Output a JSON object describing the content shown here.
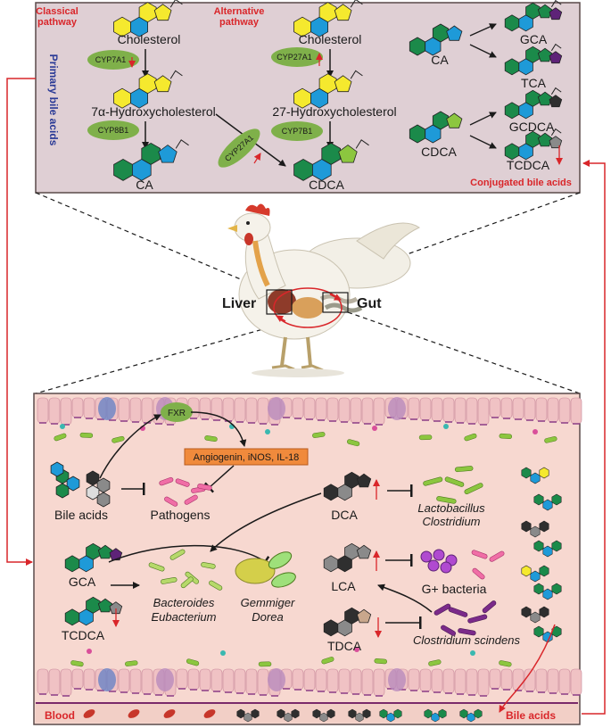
{
  "top_panel": {
    "classical": "Classical\npathway",
    "alternative": "Alternative\npathway",
    "primary_bile_acids": "Primary bile acids",
    "cholesterol": "Cholesterol",
    "hydroxy7": "7α-Hydroxycholesterol",
    "hydroxy27": "27-Hydroxycholesterol",
    "ca": "CA",
    "cdca": "CDCA",
    "enzymes": {
      "cyp7a1": "CYP7A1",
      "cyp8b1": "CYP8B1",
      "cyp27a1": "CYP27A1",
      "cyp7b1": "CYP7B1"
    },
    "gca": "GCA",
    "tca": "TCA",
    "gcdca": "GCDCA",
    "tcdca": "TCDCA",
    "conjugated": "Conjugated bile acids"
  },
  "middle": {
    "liver": "Liver",
    "gut": "Gut"
  },
  "bottom_panel": {
    "fxr": "FXR",
    "cytokines": "Angiogenin, iNOS, IL-18",
    "bile_acids": "Bile acids",
    "pathogens": "Pathogens",
    "dca": "DCA",
    "lactobacillus": "Lactobacillus",
    "clostridium": "Clostridium",
    "gca": "GCA",
    "tcdca": "TCDCA",
    "bacteroides": "Bacteroides",
    "eubacterium": "Eubacterium",
    "gemmiger": "Gemmiger",
    "dorea": "Dorea",
    "lca": "LCA",
    "gplus": "G+ bacteria",
    "tdca": "TDCA",
    "clostridium_scindens": "Clostridium scindens",
    "blood": "Blood",
    "bile_acids_out": "Bile acids"
  },
  "colors": {
    "top_bg": "#dfcfd4",
    "bottom_bg": "#f7d8d0",
    "yellow": "#f5e92e",
    "blue": "#1e9ad8",
    "green": "#1b8a4a",
    "lightgreen": "#8cc63f",
    "purple": "#5e2378",
    "gray": "#8a8a8a",
    "dark": "#2f2f2f",
    "red": "#d9262a",
    "enzyme": "#7fb04a",
    "cytokine": "#f08a3c"
  }
}
